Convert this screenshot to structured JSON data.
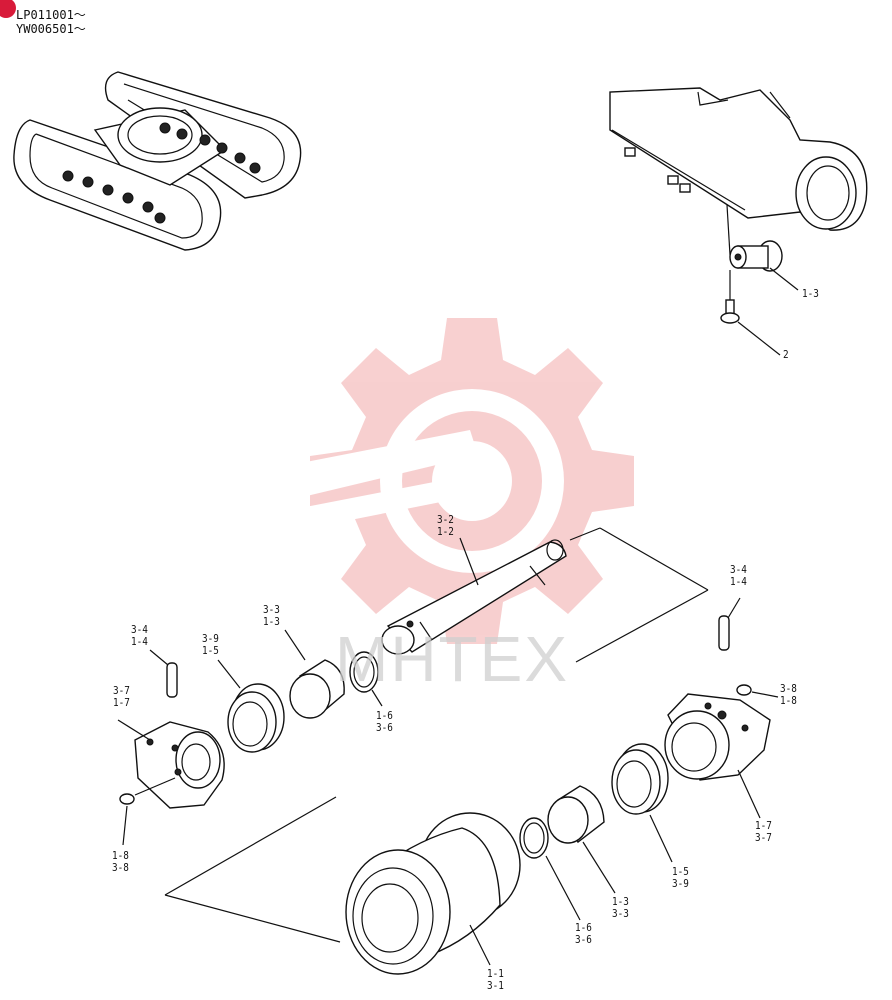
{
  "serials": [
    "LP011001～",
    "YW006501～"
  ],
  "watermark": "MHTEX",
  "callouts": {
    "c13": "1-3",
    "c2": "2",
    "shaft": [
      "3-2",
      "1-2"
    ],
    "pin_left": [
      "3-4",
      "1-4"
    ],
    "pin_right": [
      "3-4",
      "1-4"
    ],
    "seal_left": [
      "3-9",
      "1-5"
    ],
    "bushing_left": [
      "3-3",
      "1-3"
    ],
    "oring_left": [
      "1-6",
      "3-6"
    ],
    "collar_left": [
      "3-7",
      "1-7"
    ],
    "plug_left": [
      "1-8",
      "3-8"
    ],
    "plug_right": [
      "3-8",
      "1-8"
    ],
    "collar_right": [
      "1-7",
      "3-7"
    ],
    "seal_right": [
      "1-5",
      "3-9"
    ],
    "bushing_right": [
      "1-3",
      "3-3"
    ],
    "oring_right": [
      "1-6",
      "3-6"
    ],
    "roller": [
      "1-1",
      "3-1"
    ]
  },
  "colors": {
    "line": "#111111",
    "watermark_red": "#f2a9a9",
    "badge": "#d81b3a"
  }
}
